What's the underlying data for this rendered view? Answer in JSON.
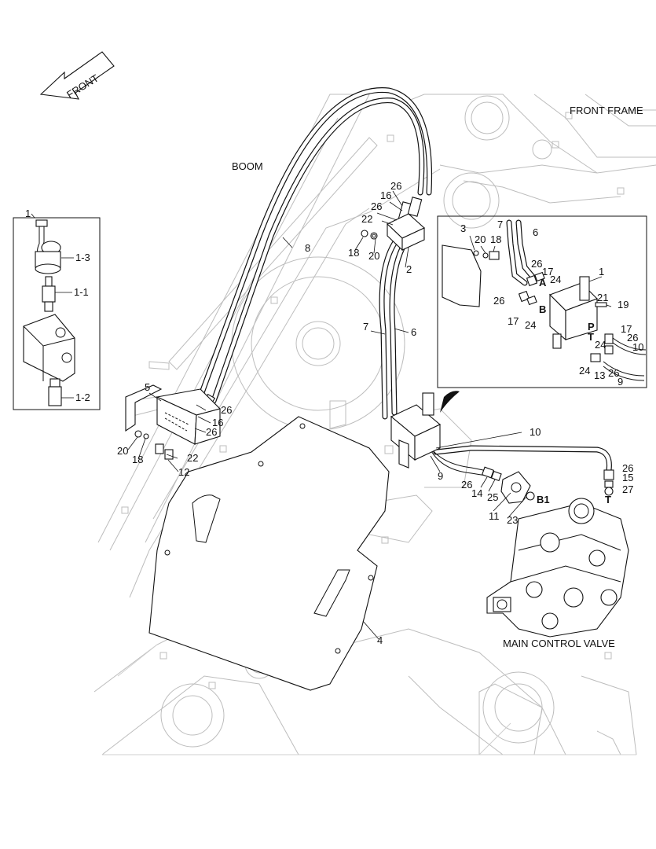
{
  "arrow": {
    "label": "FRONT"
  },
  "captions": {
    "boom": "BOOM",
    "front_frame": "FRONT FRAME",
    "main_control_valve": "MAIN CONTROL VALVE"
  },
  "ports": {
    "a": "A",
    "b": "B",
    "p": "P",
    "t": "T",
    "b1": "B1",
    "t2": "T"
  },
  "inset_left": {
    "labels": {
      "assy": "1",
      "coil": "1-3",
      "cartridge": "1-1",
      "plug": "1-2"
    }
  },
  "inset_right": {
    "labels": {
      "n3": "3",
      "n20": "20",
      "n18": "18",
      "n7": "7",
      "n6": "6",
      "n1": "1",
      "n26a": "26",
      "n17a": "17",
      "n24a": "24",
      "n26b": "26",
      "n21": "21",
      "n19": "19",
      "n17b": "17",
      "n24b": "24",
      "n17c": "17",
      "n26c": "26",
      "n10": "10",
      "n24c": "24",
      "n24d": "24",
      "n13": "13",
      "n26d": "26",
      "n9": "9"
    }
  },
  "main_labels": {
    "m26a": "26",
    "m16a": "16",
    "m26b": "26",
    "m22a": "22",
    "m18a": "18",
    "m20a": "20",
    "m2": "2",
    "m8": "8",
    "m7": "7",
    "m6": "6",
    "m5": "5",
    "m26c": "26",
    "m16b": "16",
    "m26d": "26",
    "m20b": "20",
    "m18b": "18",
    "m22b": "22",
    "m12": "12",
    "m10": "10",
    "m26e": "26",
    "m15": "15",
    "m27": "27",
    "m26f": "26",
    "m14": "14",
    "m25": "25",
    "m9": "9",
    "m11": "11",
    "m23": "23",
    "m4": "4"
  }
}
